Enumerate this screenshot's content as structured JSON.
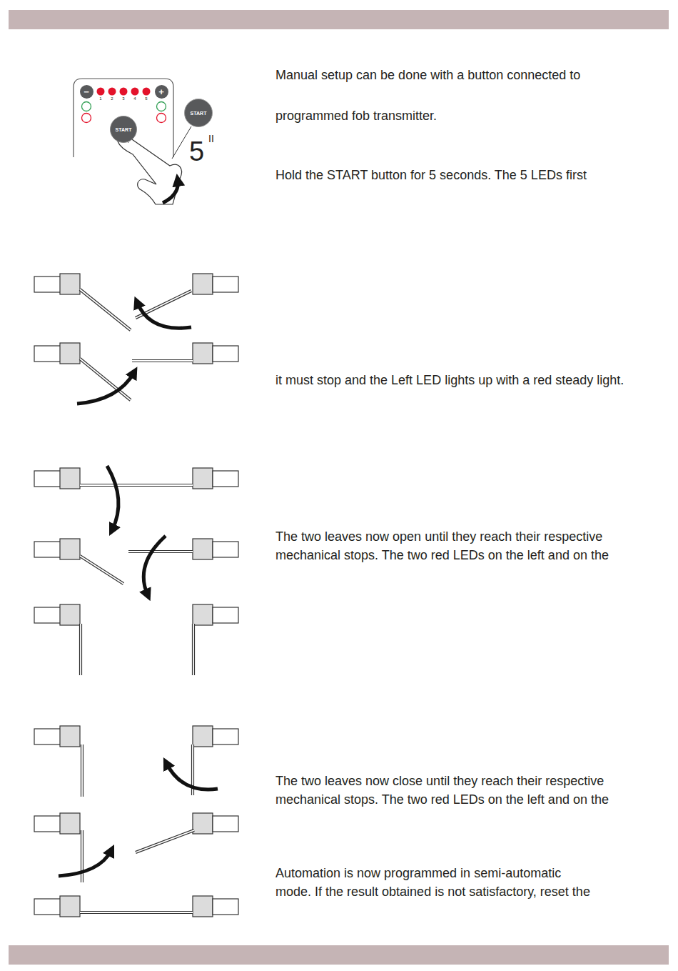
{
  "diagram": {
    "nodes": [
      {
        "text": [
          "−"
        ]
      },
      {
        "text": [
          "+"
        ]
      },
      {
        "text": [
          "START"
        ]
      },
      {
        "text": [
          "START"
        ]
      }
    ],
    "labels": [
      "1",
      "2",
      "3",
      "4",
      "5",
      "5",
      "II",
      "Manual setup can be done with a button connected to",
      "programmed fob transmitter.",
      "Hold the START button for 5 seconds. The 5 LEDs first",
      "it must stop and the Left LED lights up with a red steady light.",
      "The two leaves now open until they reach their respective mechanical stops. The two red LEDs on the left and on the",
      "The two leaves now close until they reach their respective mechanical stops. The two red LEDs on the left and on the",
      "Automation is now programmed in semi-automatic mode. If the result obtained is not satisfactory, reset the"
    ]
  }
}
